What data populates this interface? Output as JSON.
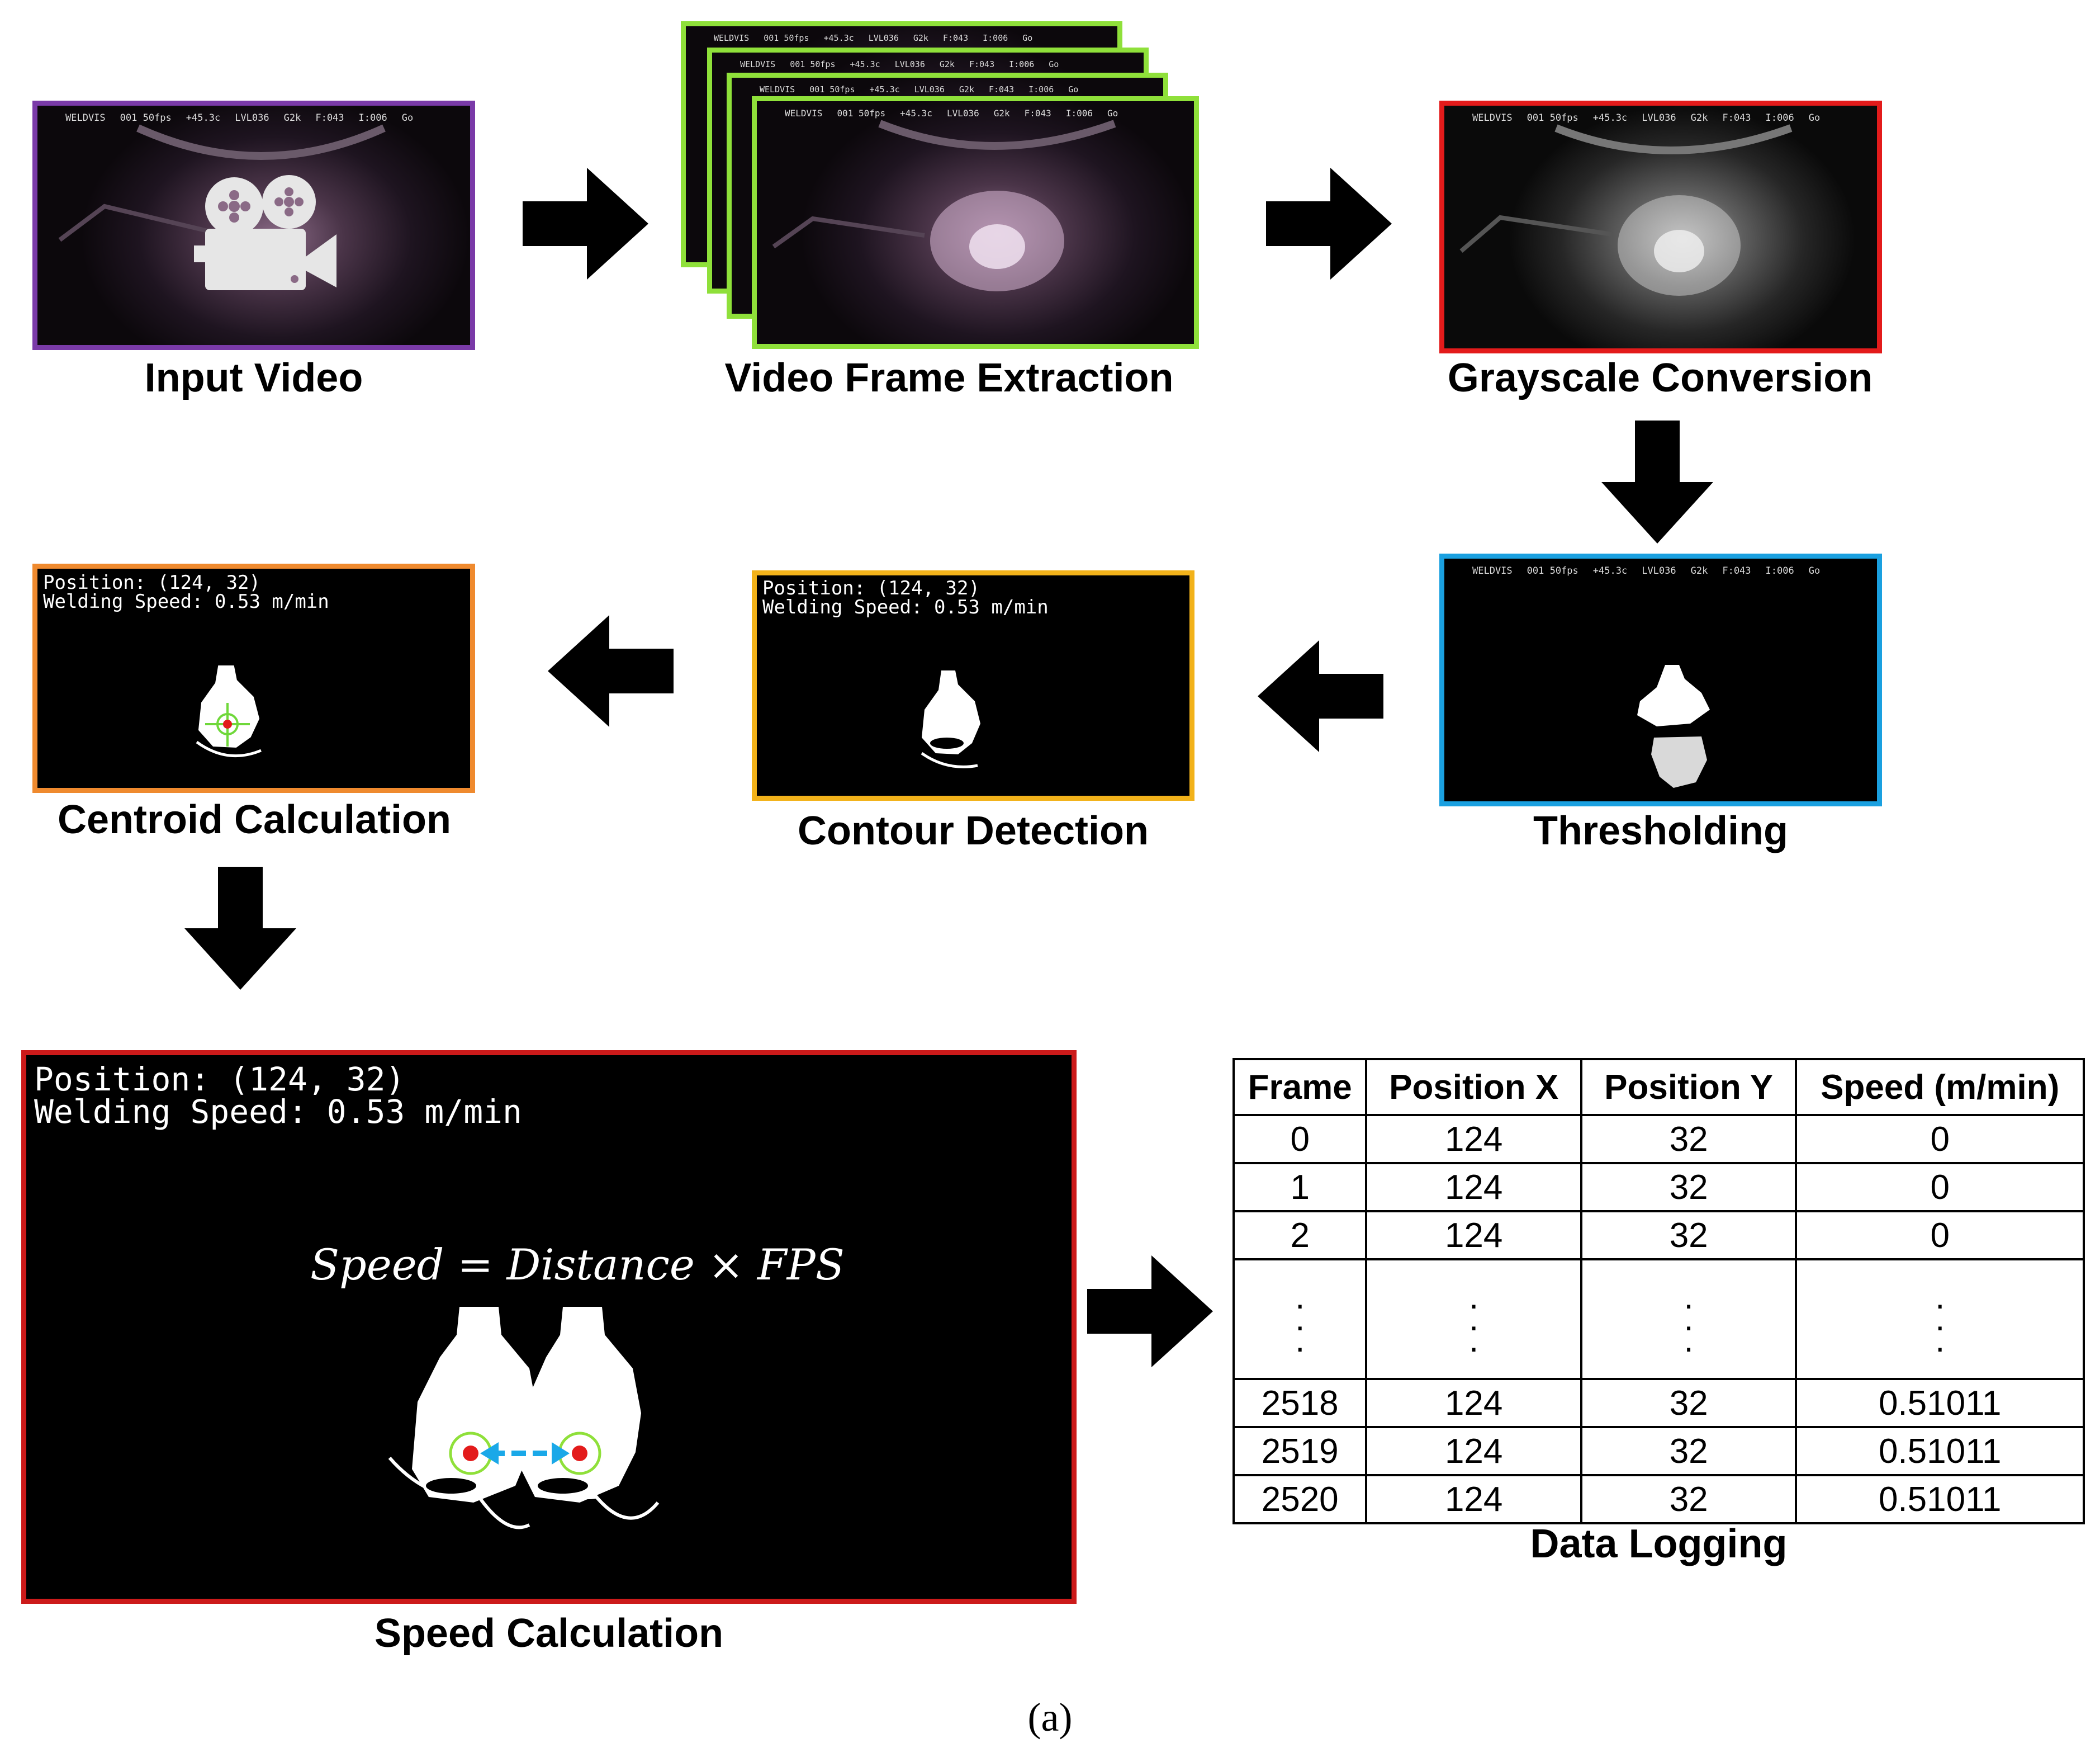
{
  "hud": {
    "items": [
      "WELDVIS",
      "001 50fps",
      "+45.3c",
      "LVL036",
      "G2k",
      "F:043",
      "I:006",
      "Go"
    ]
  },
  "steps": {
    "input_video": "Input Video",
    "frame_extraction": "Video Frame Extraction",
    "grayscale": "Grayscale Conversion",
    "thresholding": "Thresholding",
    "contour": "Contour Detection",
    "centroid": "Centroid Calculation",
    "speed": "Speed Calculation",
    "logging": "Data Logging"
  },
  "overlay": {
    "position": "Position: (124, 32)",
    "speed": "Welding Speed: 0.53 m/min"
  },
  "formula": "Speed = Distance × FPS",
  "table": {
    "headers": [
      "Frame",
      "Position X",
      "Position Y",
      "Speed (m/min)"
    ],
    "rows_top": [
      [
        "0",
        "124",
        "32",
        "0"
      ],
      [
        "1",
        "124",
        "32",
        "0"
      ],
      [
        "2",
        "124",
        "32",
        "0"
      ]
    ],
    "ellipsis": ".\n.\n.",
    "rows_bottom": [
      [
        "2518",
        "124",
        "32",
        "0.51011"
      ],
      [
        "2519",
        "124",
        "32",
        "0.51011"
      ],
      [
        "2520",
        "124",
        "32",
        "0.51011"
      ]
    ]
  },
  "caption": "(a)",
  "colors": {
    "input": "#7a3aa8",
    "frames": "#8fe03a",
    "grayscale": "#e31b1b",
    "thresholding": "#1aa0e0",
    "contour": "#f2b21a",
    "centroid": "#ef8a2e",
    "speed": "#cc1a1a",
    "arrow_cyan": "#1aa8e8"
  }
}
